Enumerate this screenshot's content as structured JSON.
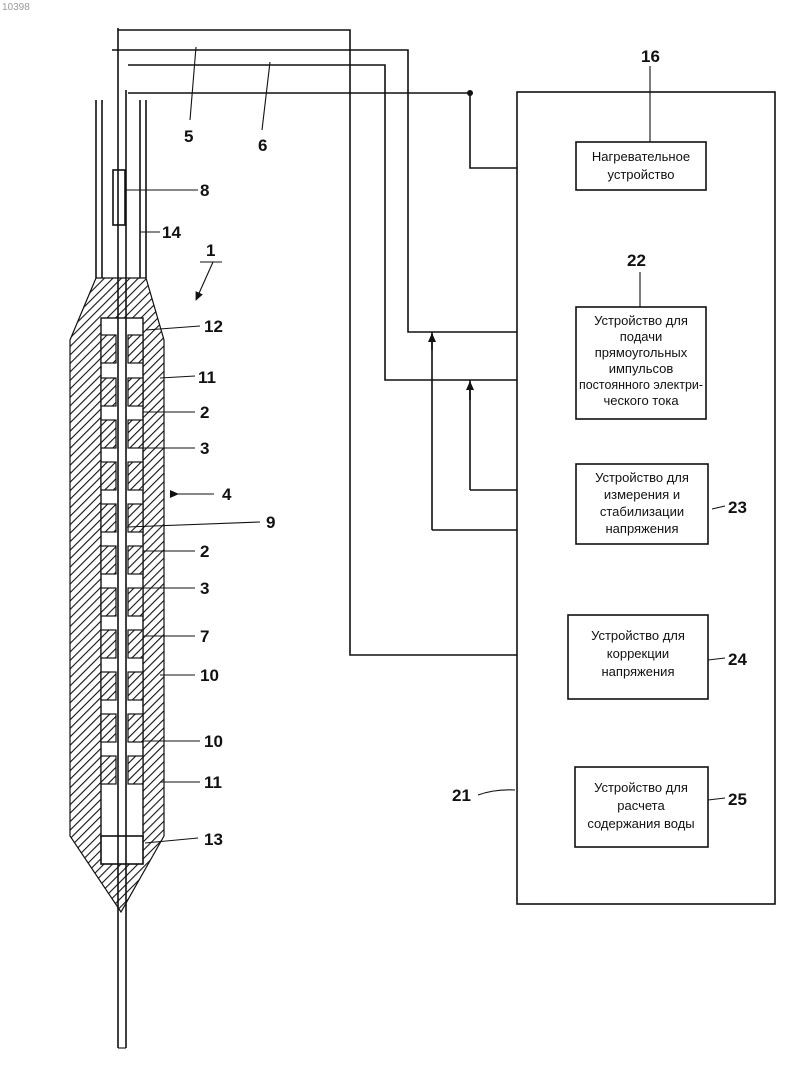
{
  "corner_id": "10398",
  "labels": {
    "n1": "1",
    "n2a": "2",
    "n2b": "2",
    "n3a": "3",
    "n3b": "3",
    "n4": "4",
    "n5": "5",
    "n6": "6",
    "n7": "7",
    "n8": "8",
    "n9": "9",
    "n10a": "10",
    "n10b": "10",
    "n11a": "11",
    "n11b": "11",
    "n12": "12",
    "n13": "13",
    "n14": "14",
    "n16": "16",
    "n21": "21",
    "n22": "22",
    "n23": "23",
    "n24": "24",
    "n25": "25"
  },
  "boxes": {
    "heater": [
      "Нагревательное",
      "устройство"
    ],
    "pulse": [
      "Устройство для",
      "подачи",
      "прямоугольных",
      "импульсов",
      "постоянного электри-",
      "ческого тока"
    ],
    "measure": [
      "Устройство для",
      "измерения и",
      "стабилизации",
      "напряжения"
    ],
    "correct": [
      "Устройство для",
      "коррекции",
      "напряжения"
    ],
    "calc": [
      "Устройство для",
      "расчета",
      "содержания воды"
    ]
  }
}
